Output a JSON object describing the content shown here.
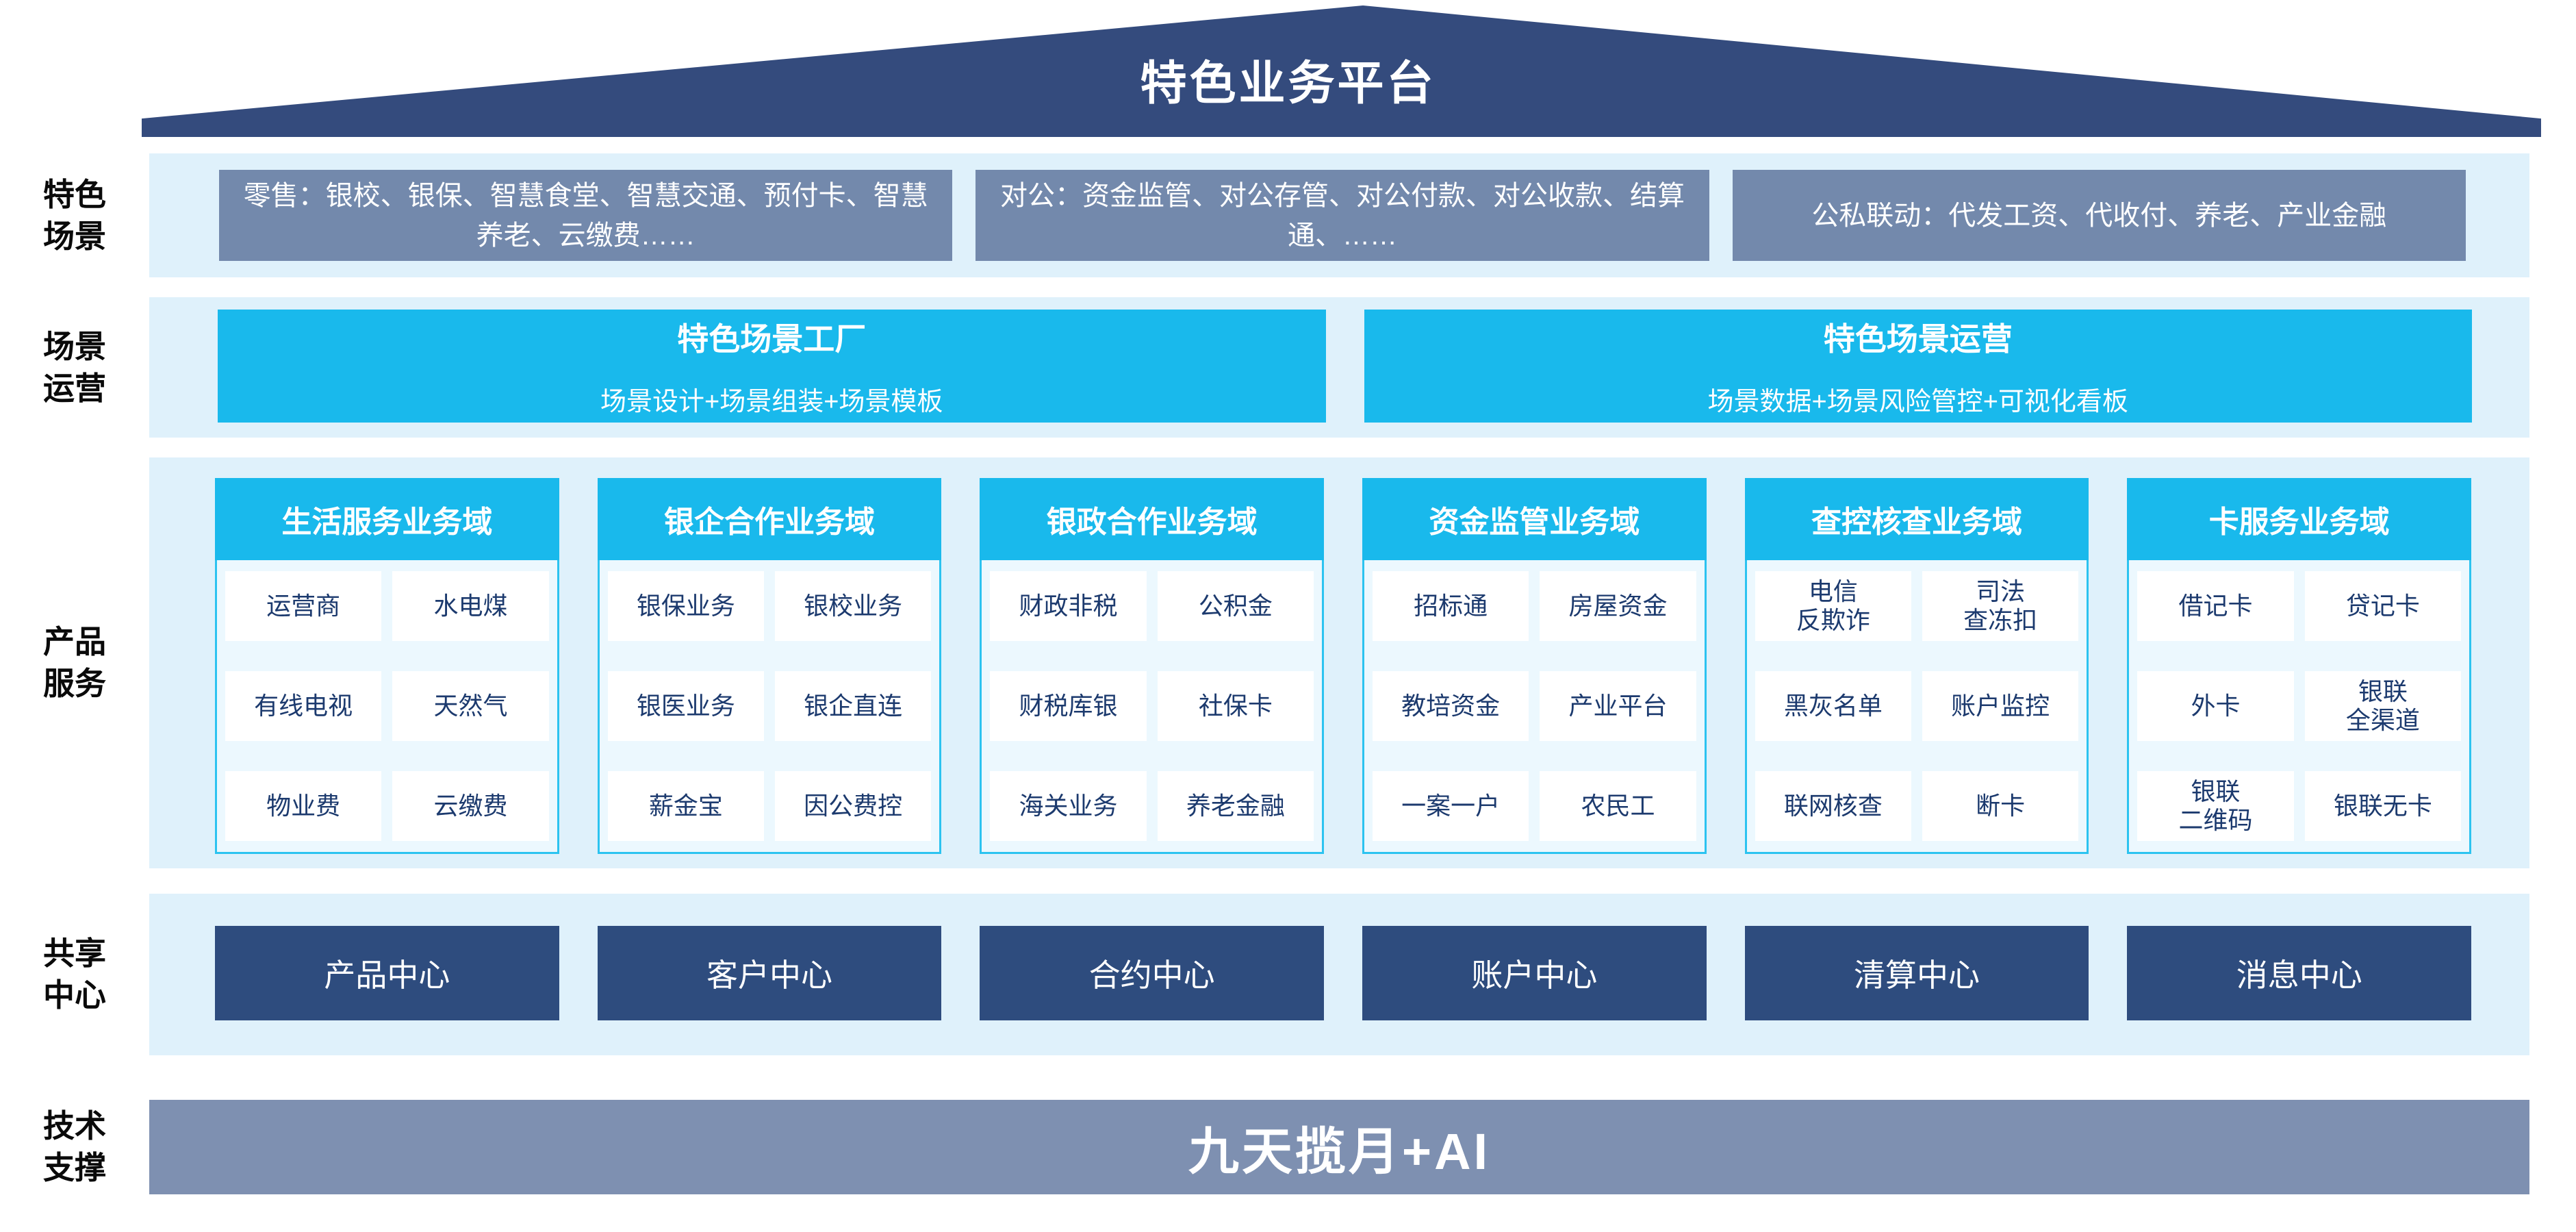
{
  "title": "特色业务平台",
  "rows": {
    "scenes": {
      "label": "特色\n场景",
      "boxes": [
        "零售：银校、银保、智慧食堂、智慧交通、预付卡、智慧养老、云缴费……",
        "对公：资金监管、对公存管、对公付款、对公收款、结算通、……",
        "公私联动：代发工资、代收付、养老、产业金融"
      ]
    },
    "operation": {
      "label": "场景\n运营",
      "boxes": [
        {
          "title": "特色场景工厂",
          "subtitle": "场景设计+场景组装+场景模板"
        },
        {
          "title": "特色场景运营",
          "subtitle": "场景数据+场景风险管控+可视化看板"
        }
      ]
    },
    "products": {
      "label": "产品\n服务",
      "columns": [
        {
          "header": "生活服务业务域",
          "cells": [
            "运营商",
            "水电煤",
            "有线电视",
            "天然气",
            "物业费",
            "云缴费"
          ]
        },
        {
          "header": "银企合作业务域",
          "cells": [
            "银保业务",
            "银校业务",
            "银医业务",
            "银企直连",
            "薪金宝",
            "因公费控"
          ]
        },
        {
          "header": "银政合作业务域",
          "cells": [
            "财政非税",
            "公积金",
            "财税库银",
            "社保卡",
            "海关业务",
            "养老金融"
          ]
        },
        {
          "header": "资金监管业务域",
          "cells": [
            "招标通",
            "房屋资金",
            "教培资金",
            "产业平台",
            "一案一户",
            "农民工"
          ]
        },
        {
          "header": "查控核查业务域",
          "cells": [
            "电信\n反欺诈",
            "司法\n查冻扣",
            "黑灰名单",
            "账户监控",
            "联网核查",
            "断卡"
          ]
        },
        {
          "header": "卡服务业务域",
          "cells": [
            "借记卡",
            "贷记卡",
            "外卡",
            "银联\n全渠道",
            "银联\n二维码",
            "银联无卡"
          ]
        }
      ]
    },
    "shared": {
      "label": "共享\n中心",
      "boxes": [
        "产品中心",
        "客户中心",
        "合约中心",
        "账户中心",
        "清算中心",
        "消息中心"
      ]
    },
    "tech": {
      "label": "技术\n支撑",
      "bar": "九天揽月+AI"
    }
  },
  "colors": {
    "roof_navy": "#344b7d",
    "band_light_blue": "#dff1fb",
    "scene_box_slate": "#7389ac",
    "cyan_accent": "#19b9ec",
    "column_body_blue": "#ecf8fe",
    "column_border_cyan": "#2cc3f0",
    "cell_text_navy": "#1c3a6e",
    "shared_box_navy": "#2e4c7e",
    "bottom_bar_slate": "#7e90b1"
  }
}
